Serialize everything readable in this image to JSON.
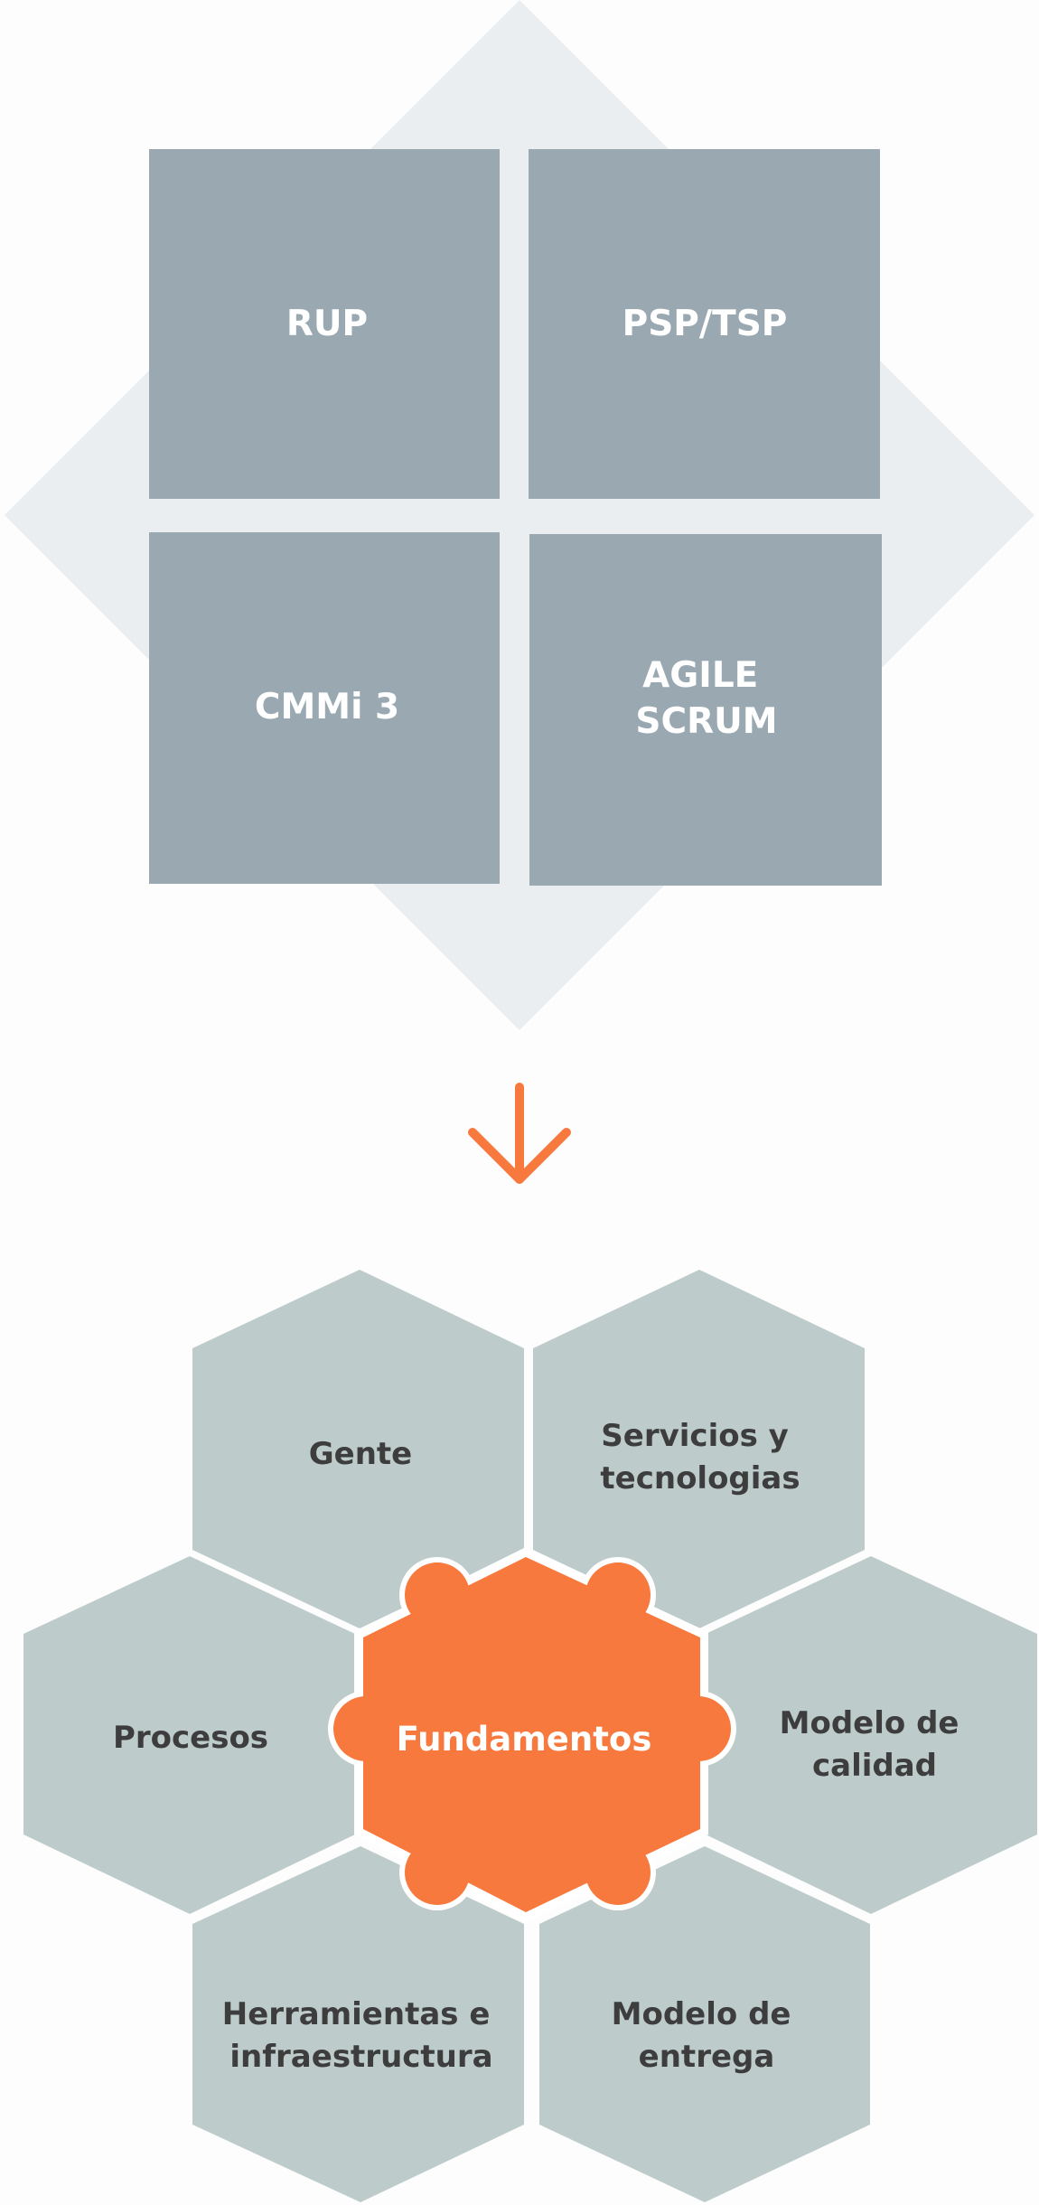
{
  "methodologies": [
    {
      "id": "rup",
      "lines": [
        "RUP"
      ]
    },
    {
      "id": "psp-tsp",
      "lines": [
        "PSP/TSP"
      ]
    },
    {
      "id": "cmmi-3",
      "lines": [
        "CMMi 3"
      ]
    },
    {
      "id": "agile-scrum",
      "lines": [
        "AGILE",
        "SCRUM"
      ]
    }
  ],
  "pillars": [
    {
      "id": "gente",
      "lines": [
        "Gente"
      ]
    },
    {
      "id": "servicios-tecnologias",
      "lines": [
        "Servicios y",
        "tecnologias"
      ]
    },
    {
      "id": "procesos",
      "lines": [
        "Procesos"
      ]
    },
    {
      "id": "modelo-calidad",
      "lines": [
        "Modelo de",
        "calidad"
      ]
    },
    {
      "id": "herramientas-infraestructura",
      "lines": [
        "Herramientas e",
        "infraestructura"
      ]
    },
    {
      "id": "modelo-entrega",
      "lines": [
        "Modelo de",
        "entrega"
      ]
    }
  ],
  "center": {
    "id": "fundamentos",
    "lines": [
      "Fundamentos"
    ]
  },
  "colors": {
    "diamond": "#eaeef1",
    "box": "#9aa9b1",
    "hex": "#bdcbcb",
    "accent": "#f7793d",
    "background": "#fdfdfd"
  }
}
